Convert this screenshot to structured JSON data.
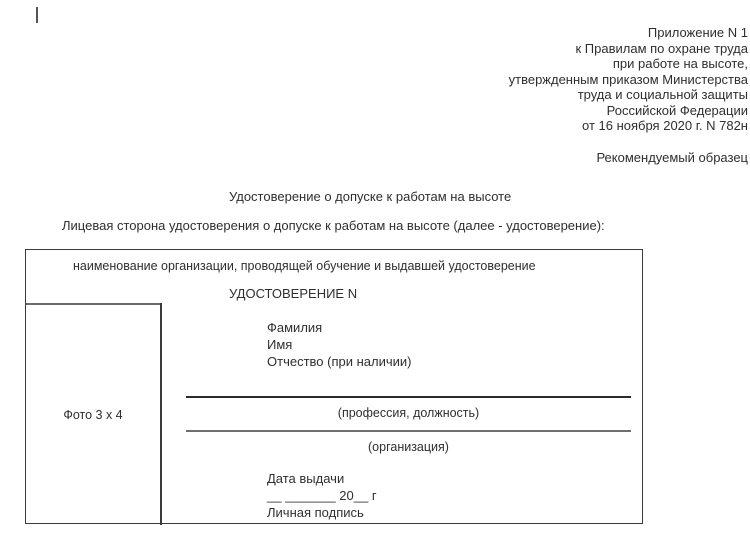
{
  "document": {
    "caret_visible": true,
    "appendix_header_lines": [
      "Приложение N 1",
      "к Правилам по охране труда",
      "при работе на высоте,",
      "утвержденным приказом Министерства",
      "труда и социальной защиты",
      "Российской Федерации",
      "от 16 ноября 2020 г. N 782н"
    ],
    "recommended_sample": "Рекомендуемый образец",
    "title": "Удостоверение о допуске к работам на высоте",
    "subtitle": "Лицевая сторона удостоверения о допуске к работам на высоте (далее - удостоверение):"
  },
  "certificate": {
    "organization_naming": "наименование организации, проводящей обучение и выдавшей удостоверение",
    "heading": "УДОСТОВЕРЕНИЕ N",
    "name_fields": [
      "Фамилия",
      "Имя",
      "Отчество (при наличии)"
    ],
    "photo_label": "Фото 3 х 4",
    "profession_caption": "(профессия, должность)",
    "organization_caption": "(организация)",
    "issue_date": {
      "label": "Дата выдачи",
      "date_line": "__ _______ 20__ г",
      "signature_label": "Личная подпись"
    }
  },
  "colors": {
    "page_background": "#ffffff",
    "text": "#2f2f2f",
    "frame_border": "#3b3b3b",
    "rule_dark": "#2b2b2b",
    "rule_light": "#6f6f6f",
    "caret": "#555555"
  }
}
